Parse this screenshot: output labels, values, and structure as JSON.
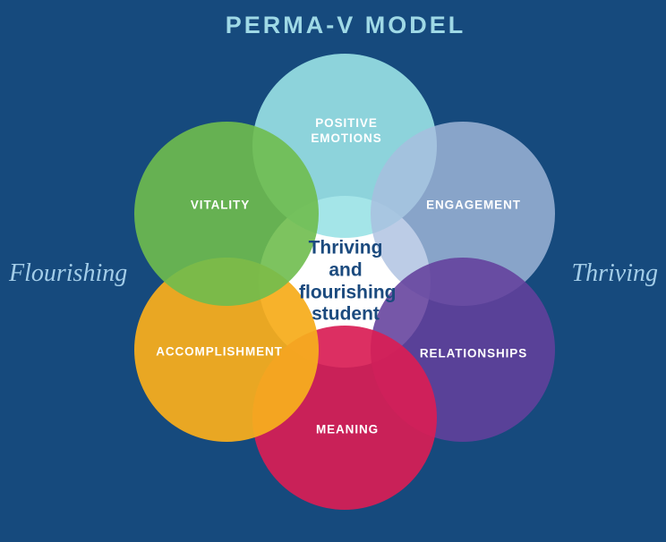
{
  "title": "PERMA-V MODEL",
  "side_labels": {
    "left": "Flourishing",
    "right": "Thriving"
  },
  "center": {
    "text": "Thriving and flourishing student",
    "text_color": "#1b4a7e",
    "background": "#ffffff"
  },
  "circles": [
    {
      "id": "positive-emotions",
      "label": "POSITIVE EMOTIONS",
      "color": "#9ae2e6"
    },
    {
      "id": "engagement",
      "label": "ENGAGEMENT",
      "color": "#a9bedf"
    },
    {
      "id": "relationships",
      "label": "RELATIONSHIPS",
      "color": "#63409c"
    },
    {
      "id": "meaning",
      "label": "MEANING",
      "color": "#d91d55"
    },
    {
      "id": "accomplishment",
      "label": "ACCOMPLISHMENT",
      "color": "#f7ad1e"
    },
    {
      "id": "vitality",
      "label": "VITALITY",
      "color": "#6fbd4e"
    }
  ],
  "colors": {
    "background": "#164a7d",
    "title_text": "#9fd9e6",
    "side_text": "#a3cde8",
    "circle_label_text": "#ffffff"
  }
}
